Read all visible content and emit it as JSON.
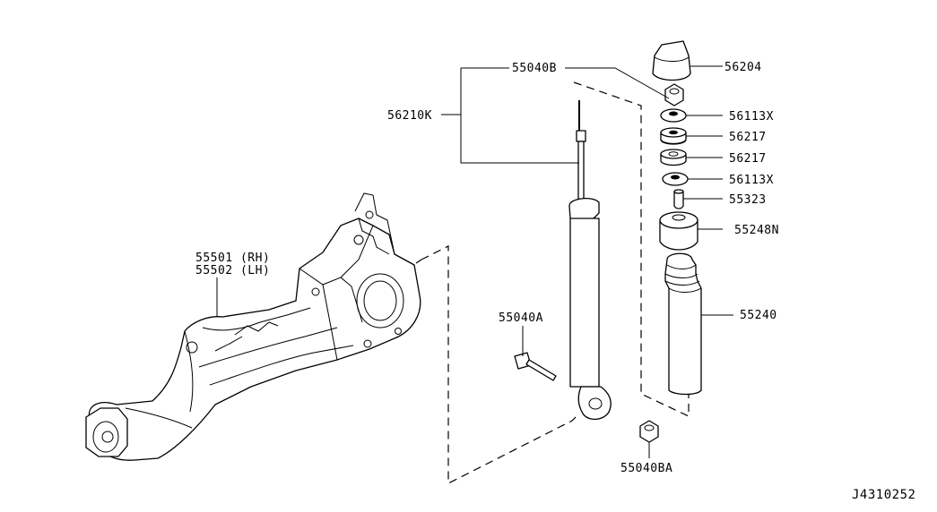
{
  "diagram_id": "J4310252",
  "labels": {
    "p56204": "56204",
    "p55040B": "55040B",
    "p56210K": "56210K",
    "p56113X_top": "56113X",
    "p56217_top": "56217",
    "p56217_bottom": "56217",
    "p56113X_bottom": "56113X",
    "p55323": "55323",
    "p55248N": "55248N",
    "p55240": "55240",
    "p55501": "55501 (RH)",
    "p55502": "55502 (LH)",
    "p55040A": "55040A",
    "p55040BA": "55040BA"
  }
}
